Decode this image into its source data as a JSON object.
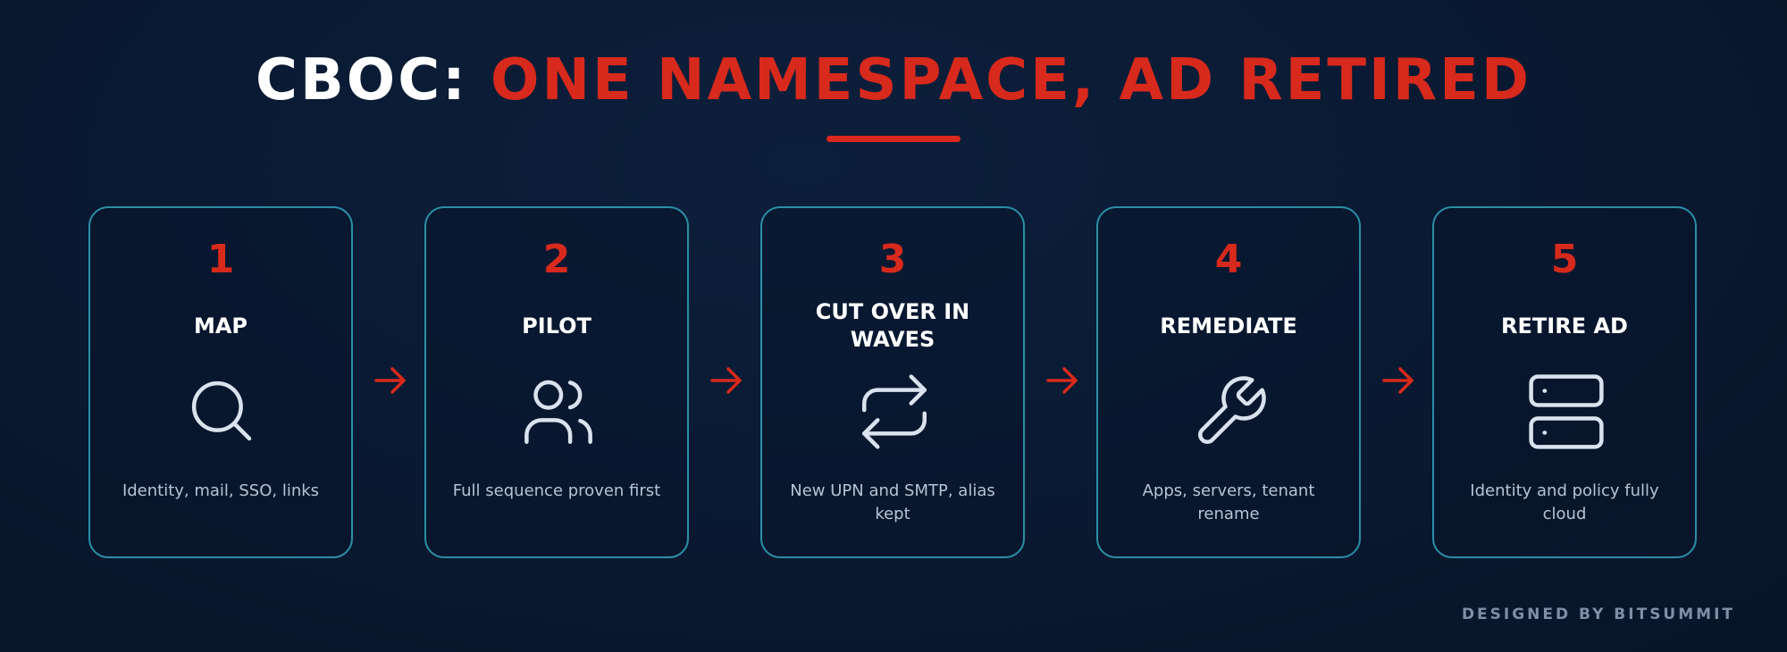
{
  "header": {
    "title_prefix": "CBOC:",
    "title_main": "ONE NAMESPACE, AD RETIRED"
  },
  "steps": [
    {
      "number": "1",
      "title": "MAP",
      "description": "Identity, mail, SSO, links",
      "icon": "search-icon"
    },
    {
      "number": "2",
      "title": "PILOT",
      "description": "Full sequence proven first",
      "icon": "users-icon"
    },
    {
      "number": "3",
      "title": "CUT OVER IN WAVES",
      "description": "New UPN and SMTP, alias kept",
      "icon": "repeat-icon"
    },
    {
      "number": "4",
      "title": "REMEDIATE",
      "description": "Apps, servers, tenant rename",
      "icon": "wrench-icon"
    },
    {
      "number": "5",
      "title": "RETIRE AD",
      "description": "Identity and policy fully cloud",
      "icon": "server-icon"
    }
  ],
  "footer": {
    "credit": "DESIGNED BY BITSUMMIT"
  },
  "colors": {
    "accent": "#d8291d",
    "card_border": "#2a8fa8",
    "background": "#0a1a33",
    "icon_stroke": "#d9e2ee"
  }
}
